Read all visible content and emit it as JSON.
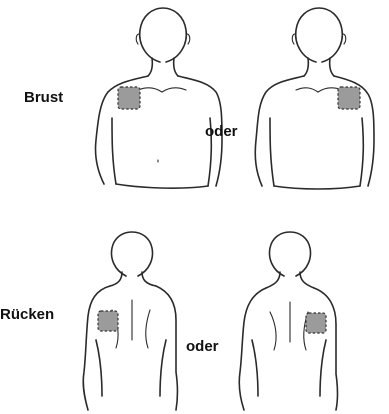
{
  "labels": {
    "chest": "Brust",
    "back": "Rücken",
    "or_top": "oder",
    "or_bottom": "oder"
  },
  "colors": {
    "outline": "#2b2b2b",
    "patch_fill": "#9b9b9b",
    "background": "#ffffff"
  },
  "figures": [
    {
      "view": "front",
      "patch_side": "right-of-neck-left-figure"
    },
    {
      "view": "front",
      "patch_side": "left-chest-right-figure"
    },
    {
      "view": "back",
      "patch_side": "left-shoulder-blade"
    },
    {
      "view": "back",
      "patch_side": "right-shoulder-blade"
    }
  ]
}
